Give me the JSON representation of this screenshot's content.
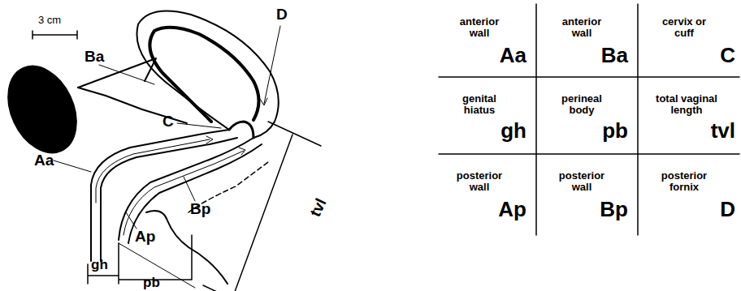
{
  "diagram": {
    "labels": [
      "3 cm",
      "Ba",
      "Aa",
      "C",
      "D",
      "Ap",
      "Bp",
      "tvl",
      "gh",
      "pb",
      "anterior wall",
      "Aa",
      "anterior wall",
      "Ba",
      "cervix or cuff",
      "C",
      "genital hiatus",
      "gh",
      "perineal body",
      "pb",
      "total vaginal length",
      "tvl",
      "posterior wall",
      "Ap",
      "posterior wall",
      "Bp",
      "posterior fornix",
      "D"
    ]
  }
}
